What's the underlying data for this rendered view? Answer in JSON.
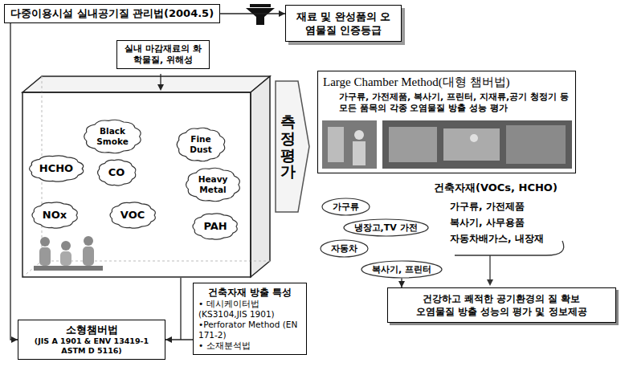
{
  "diagram": {
    "nodes": [
      {
        "text": [
          "다중이용시설 실내공기질 관리법(2004.5)"
        ]
      },
      {
        "text": [
          "실내 마감재료의 화학물질, 위해성"
        ]
      },
      {
        "text": [
          "재료 및 완성품의 오염물질 인증등급"
        ]
      },
      {
        "text": [
          "Black Smoke"
        ]
      },
      {
        "text": [
          "Fine Dust"
        ]
      },
      {
        "text": [
          "HCHO"
        ]
      },
      {
        "text": [
          "CO"
        ]
      },
      {
        "text": [
          "Heavy Metal"
        ]
      },
      {
        "text": [
          "NOx"
        ]
      },
      {
        "text": [
          "VOC"
        ]
      },
      {
        "text": [
          "PAH"
        ]
      },
      {
        "text": [
          "측정평가"
        ]
      },
      {
        "text": [
          "Large Chamber Method(대형 챔버법)",
          "가구류, 가전제품, 복사기, 프린터, 지재류,공기 청정기 등 모든 품목의 각종 오염물질 방출 성능 평가"
        ]
      },
      {
        "text": [
          "건축자재 방출 특성",
          "• 데시케이터법 (KS3104,JIS 1901)",
          "•Perforator Method (EN 171-2)",
          "• 소재분석법"
        ]
      },
      {
        "text": [
          "소형챔버법",
          "(JIS A 1901 & ENV 13419-1 ASTM D 5116)"
        ]
      },
      {
        "text": [
          "가구류"
        ]
      },
      {
        "text": [
          "냉장고,TV 가전"
        ]
      },
      {
        "text": [
          "자동차"
        ]
      },
      {
        "text": [
          "복사기, 프린터"
        ]
      },
      {
        "text": [
          "건강하고 쾌적한 공기환경의 질 확보",
          "오염물질 방출 성능의 평가 및 정보제공"
        ]
      }
    ],
    "edges": [
      {
        "from": 0,
        "to": 2,
        "arrow": "to"
      },
      {
        "from": 0,
        "to": 14,
        "arrow": "to"
      },
      {
        "from": 13,
        "to": 14,
        "arrow": "to"
      },
      {
        "from": 18,
        "to": 19,
        "arrow": "to"
      }
    ],
    "labels": [
      "건축자재(VOCs, HCHO)",
      "가구류, 가전제품",
      "복사기, 사무용품",
      "자동차배가스, 내장재"
    ]
  }
}
